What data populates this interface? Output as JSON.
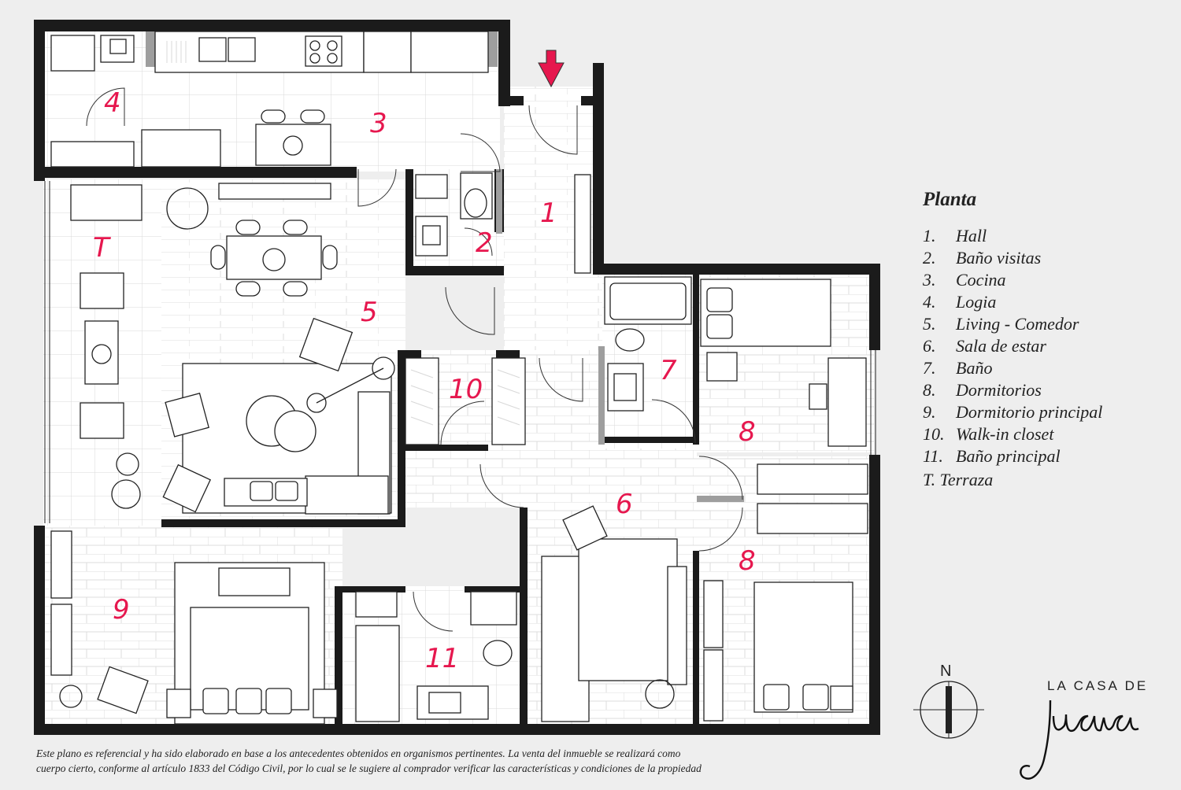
{
  "entrance_arrow_color": "#e6174e",
  "room_labels": {
    "r1": "1",
    "r2": "2",
    "r3": "3",
    "r4": "4",
    "r5": "5",
    "r6": "6",
    "r7": "7",
    "r8a": "8",
    "r8b": "8",
    "r9": "9",
    "r10": "10",
    "r11": "11",
    "rT": "T"
  },
  "legend": {
    "title": "Planta",
    "items": [
      {
        "num": "1.",
        "label": "Hall"
      },
      {
        "num": "2.",
        "label": "Baño visitas"
      },
      {
        "num": "3.",
        "label": "Cocina"
      },
      {
        "num": "4.",
        "label": "Logia"
      },
      {
        "num": "5.",
        "label": "Living - Comedor"
      },
      {
        "num": "6.",
        "label": "Sala de estar"
      },
      {
        "num": "7.",
        "label": "Baño"
      },
      {
        "num": "8.",
        "label": "Dormitorios"
      },
      {
        "num": "9.",
        "label": "Dormitorio principal"
      },
      {
        "num": "10.",
        "label": "Walk-in closet"
      },
      {
        "num": "11.",
        "label": "Baño principal"
      }
    ],
    "extra": "T. Terraza"
  },
  "compass": {
    "label": "N"
  },
  "brand": {
    "top": "LA CASA DE",
    "script": "Juana"
  },
  "disclaimer": {
    "line1": "Este plano es referencial y ha sido elaborado en base a los antecedentes obtenidos en organismos pertinentes.  La venta del inmueble se realizará como",
    "line2": "cuerpo cierto, conforme al artículo 1833 del Código Civil, por lo cual se le sugiere al comprador verificar las características y condiciones de la propiedad"
  }
}
